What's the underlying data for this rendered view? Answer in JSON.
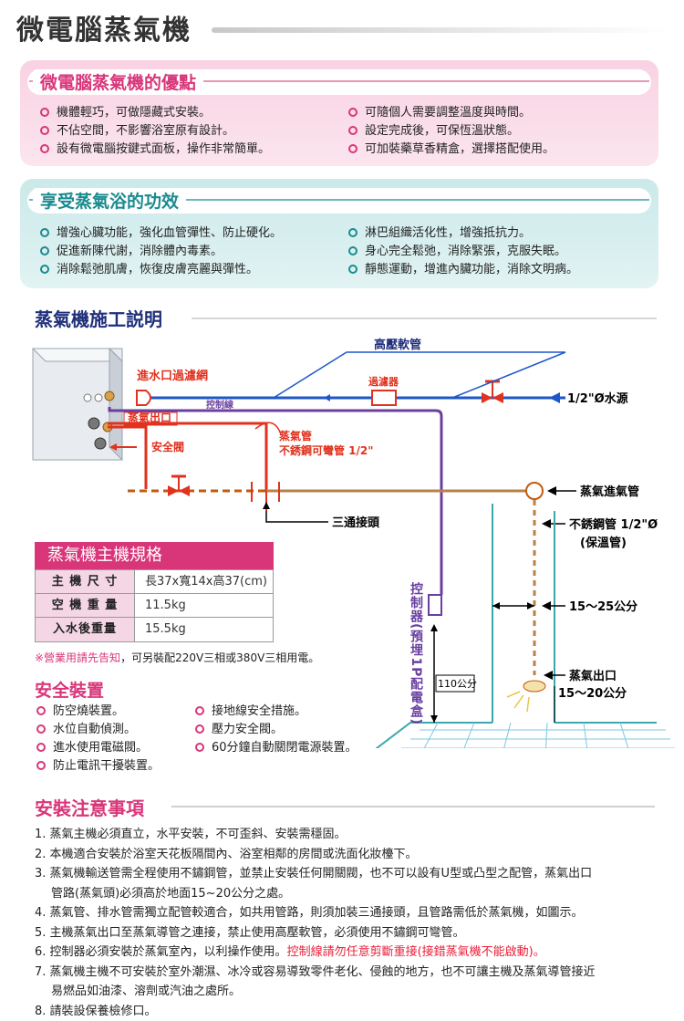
{
  "page_title": "微電腦蒸氣機",
  "advantages": {
    "title": "微電腦蒸氣機的優點",
    "left": [
      "機體輕巧，可做隱藏式安裝。",
      "不佔空間，不影響浴室原有設計。",
      "設有微電腦按鍵式面板，操作非常簡單。"
    ],
    "right": [
      "可隨個人需要調整溫度與時間。",
      "設定完成後，可保恆溫狀態。",
      "可加裝藥草香精盒，選擇搭配使用。"
    ]
  },
  "benefits": {
    "title": "享受蒸氣浴的功效",
    "left": [
      "增強心臟功能，強化血管彈性、防止硬化。",
      "促進新陳代謝，消除體內毒素。",
      "消除鬆弛肌膚，恢復皮膚亮麗與彈性。"
    ],
    "right": [
      "淋巴組織活化性，增強抵抗力。",
      "身心完全鬆弛，消除緊張，克服失眠。",
      "靜態運動，增進內臟功能，消除文明病。"
    ]
  },
  "construction": {
    "title": "蒸氣機施工説明",
    "labels": {
      "hose": "高壓軟管",
      "inlet_filter": "進水口過濾網",
      "filter": "過濾器",
      "water_source": "1/2\"Ø水源",
      "control_wire": "控制線",
      "steam_outlet": "蒸氣出口",
      "steam_pipe_1": "蒸氣管",
      "steam_pipe_2": "不銹鋼可彎管 1/2\"",
      "safety_valve": "安全閥",
      "steam_inlet_pipe": "蒸氣進氣管",
      "three_way": "三通接頭",
      "stainless_1": "不銹鋼管 1/2\"Ø",
      "stainless_2": "(保溫管)",
      "height_range": "15〜25公分",
      "controller": "控制器(預埋1P配電盒)",
      "height_110": "110公分",
      "outlet_2": "蒸氣出口",
      "outlet_range": "15〜20公分"
    }
  },
  "spec": {
    "title": "蒸氣機主機規格",
    "rows": [
      {
        "k": "主 機 尺 寸",
        "v": "長37x寬14x高37(cm)"
      },
      {
        "k": "空 機 重 量",
        "v": "11.5kg"
      },
      {
        "k": "入水後重量",
        "v": "15.5kg"
      }
    ],
    "note_mark": "※營業用請先告知",
    "note": "，可另裝配220V三相或380V三相用電。"
  },
  "safety": {
    "title": "安全裝置",
    "left": [
      "防空燒裝置。",
      "水位自動偵測。",
      "進水使用電磁閥。",
      "防止電訊干擾裝置。"
    ],
    "right": [
      "接地線安全措施。",
      "壓力安全閥。",
      "60分鐘自動關閉電源裝置。"
    ]
  },
  "install": {
    "title": "安裝注意事項",
    "items": [
      {
        "n": "1.",
        "t": "蒸氣主機必須直立，水平安裝，不可歪斜、安裝需穩固。"
      },
      {
        "n": "2.",
        "t": "本機適合安裝於浴室天花板隔間內、浴室相鄰的房間或洗面化妝檯下。"
      },
      {
        "n": "3.",
        "t": "蒸氣機輸送管需全程使用不鏽鋼管，並禁止安裝任何開關閥，也不可以設有U型或凸型之配管，蒸氣出口",
        "cont": "管路(蒸氣頭)必須高於地面15~20公分之處。"
      },
      {
        "n": "4.",
        "t": "蒸氣管、排水管需獨立配管較適合，如共用管路，則須加裝三通接頭，且管路需低於蒸氣機，如圖示。"
      },
      {
        "n": "5.",
        "t": "主機蒸氣出口至蒸氣導管之連接，禁止使用高壓軟管，必須使用不鏽鋼可彎管。"
      },
      {
        "n": "6.",
        "t": "控制器必須安裝於蒸氣室內，以利操作使用。",
        "red": "控制線請勿任意剪斷重接(接錯蒸氣機不能啟動)。"
      },
      {
        "n": "7.",
        "t": "蒸氣機主機不可安裝於室外潮濕、冰冷或容易導致零件老化、侵蝕的地方，也不可讓主機及蒸氣導管接近",
        "cont": "易燃品如油漆、溶劑或汽油之處所。"
      },
      {
        "n": "8.",
        "t": "請裝設保養檢修口。"
      }
    ]
  }
}
